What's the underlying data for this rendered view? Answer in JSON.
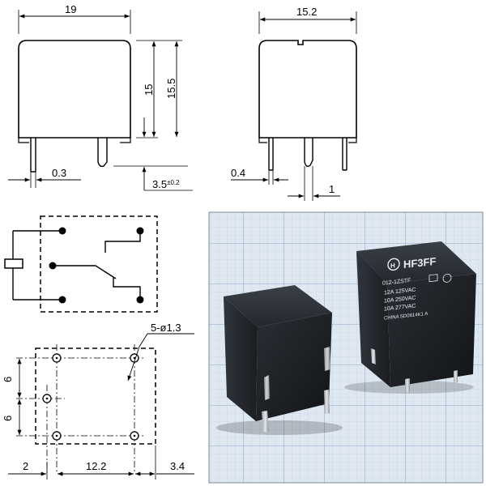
{
  "side_view": {
    "width": "19",
    "height_inner": "15",
    "height_outer": "15.5",
    "pin_thickness": "0.3",
    "pin_length": "3.5",
    "pin_length_tol": "±0.2"
  },
  "end_view": {
    "width": "15.2",
    "pin_thickness": "0.4",
    "pin_width": "1"
  },
  "footprint": {
    "hole_spec": "5-ø1.3",
    "pitch_v1": "6",
    "pitch_v2": "6",
    "dim_left": "2",
    "dim_mid": "12.2",
    "dim_right": "3.4"
  },
  "photo": {
    "relay_markings": [
      "HF3FF",
      "012-1ZSTF",
      "12A 125VAC",
      "10A 250VAC",
      "10A 277VAC",
      "CHINA  SD0614K1 A"
    ]
  },
  "colors": {
    "line": "#000000",
    "grid_bg": "#dfe8f1",
    "grid_line": "#9fb6d3",
    "relay_body": "#1f2328"
  }
}
